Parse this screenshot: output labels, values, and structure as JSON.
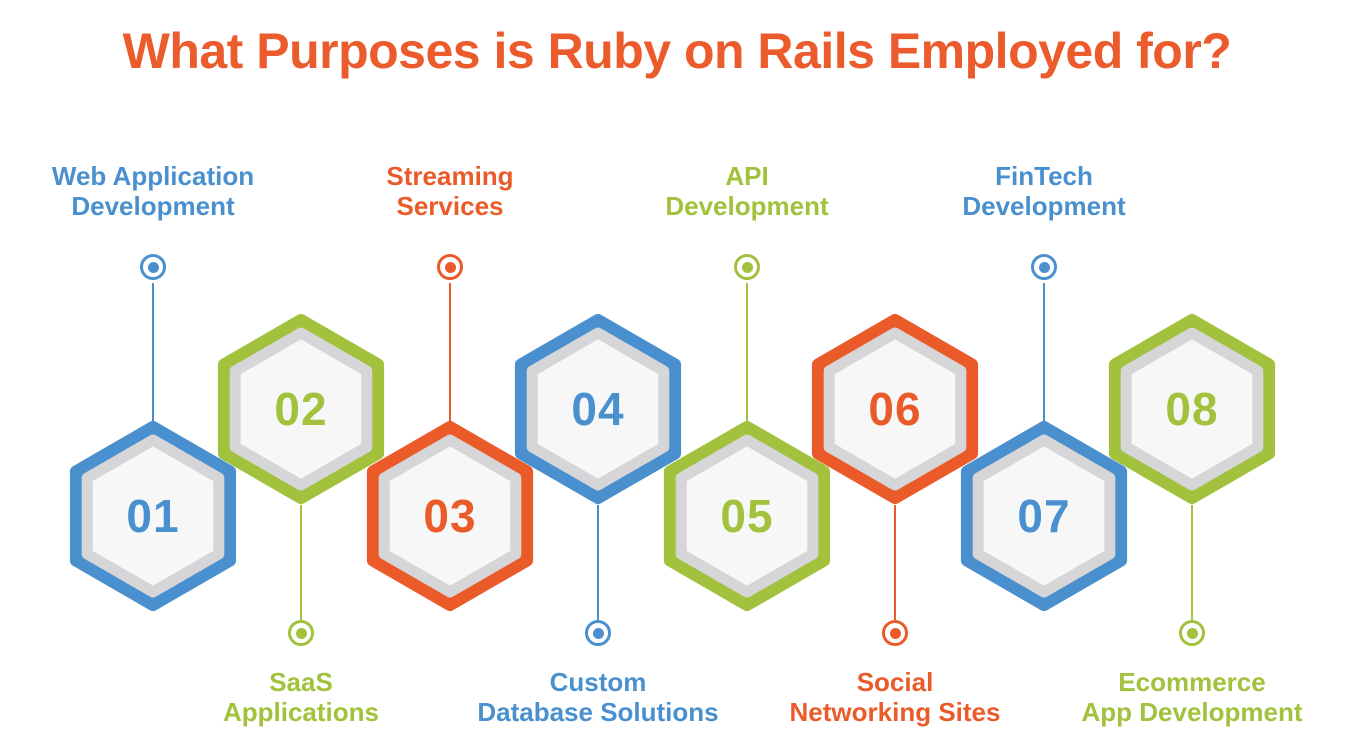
{
  "title": "What Purposes is Ruby on Rails Employed for?",
  "colors": {
    "title": "#EB5B2B",
    "blue": "#4A90CE",
    "green": "#A2C13C",
    "orange": "#EB5B2A",
    "hex_ring_gray": "#D6D6D8",
    "hex_fill": "#F7F7F8"
  },
  "items": [
    {
      "number": "01",
      "label_line1": "Web Application",
      "label_line2": "Development",
      "color": "#4A90CE",
      "label_position": "top"
    },
    {
      "number": "02",
      "label_line1": "SaaS",
      "label_line2": "Applications",
      "color": "#A2C13C",
      "label_position": "bottom"
    },
    {
      "number": "03",
      "label_line1": "Streaming",
      "label_line2": "Services",
      "color": "#EB5B2A",
      "label_position": "top"
    },
    {
      "number": "04",
      "label_line1": "Custom",
      "label_line2": "Database Solutions",
      "color": "#4A90CE",
      "label_position": "bottom"
    },
    {
      "number": "05",
      "label_line1": "API",
      "label_line2": "Development",
      "color": "#A2C13C",
      "label_position": "top"
    },
    {
      "number": "06",
      "label_line1": "Social",
      "label_line2": "Networking Sites",
      "color": "#EB5B2A",
      "label_position": "bottom"
    },
    {
      "number": "07",
      "label_line1": "FinTech",
      "label_line2": "Development",
      "color": "#4A90CE",
      "label_position": "top"
    },
    {
      "number": "08",
      "label_line1": "Ecommerce",
      "label_line2": "App Development",
      "color": "#A2C13C",
      "label_position": "bottom"
    }
  ]
}
